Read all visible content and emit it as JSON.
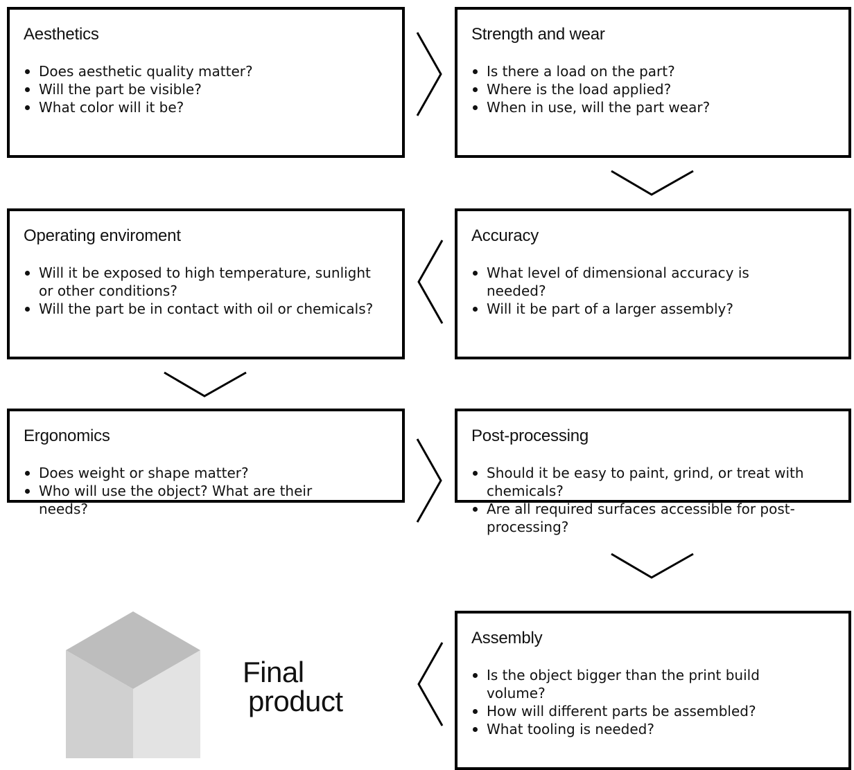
{
  "steps": [
    {
      "title": "Aesthetics",
      "items": [
        "Does aesthetic quality matter?",
        "Will the part be visible?",
        "What color will it be?"
      ]
    },
    {
      "title": "Strength and wear",
      "items": [
        "Is there a load on the part?",
        "Where is the load applied?",
        "When in use, will the part wear?"
      ]
    },
    {
      "title": "Accuracy",
      "items": [
        "What level of dimensional accuracy is needed?",
        "Will it be part of a larger assembly?"
      ]
    },
    {
      "title": "Operating enviroment",
      "items": [
        "Will it be exposed to high temperature, sunlight or other conditions?",
        "Will the part be in contact with oil or chemicals?"
      ]
    },
    {
      "title": "Ergonomics",
      "items": [
        "Does weight or shape matter?",
        "Who will use the object? What are their needs?"
      ]
    },
    {
      "title": "Post-processing",
      "items": [
        "Should it be easy to paint, grind, or treat with chemicals?",
        "Are all required surfaces accessible for post-processing?"
      ]
    },
    {
      "title": "Assembly",
      "items": [
        "Is the object bigger than the print build volume?",
        "How will different parts be assembled?",
        "What tooling is needed?"
      ]
    }
  ],
  "final": {
    "line1": "Final",
    "line2": "product"
  },
  "colors": {
    "border": "#000000",
    "cube_top": "#bdbdbd",
    "cube_left": "#d0d0d0",
    "cube_right": "#e3e3e3"
  },
  "icons": {
    "arrow": "chevron",
    "product": "cube-icon"
  }
}
